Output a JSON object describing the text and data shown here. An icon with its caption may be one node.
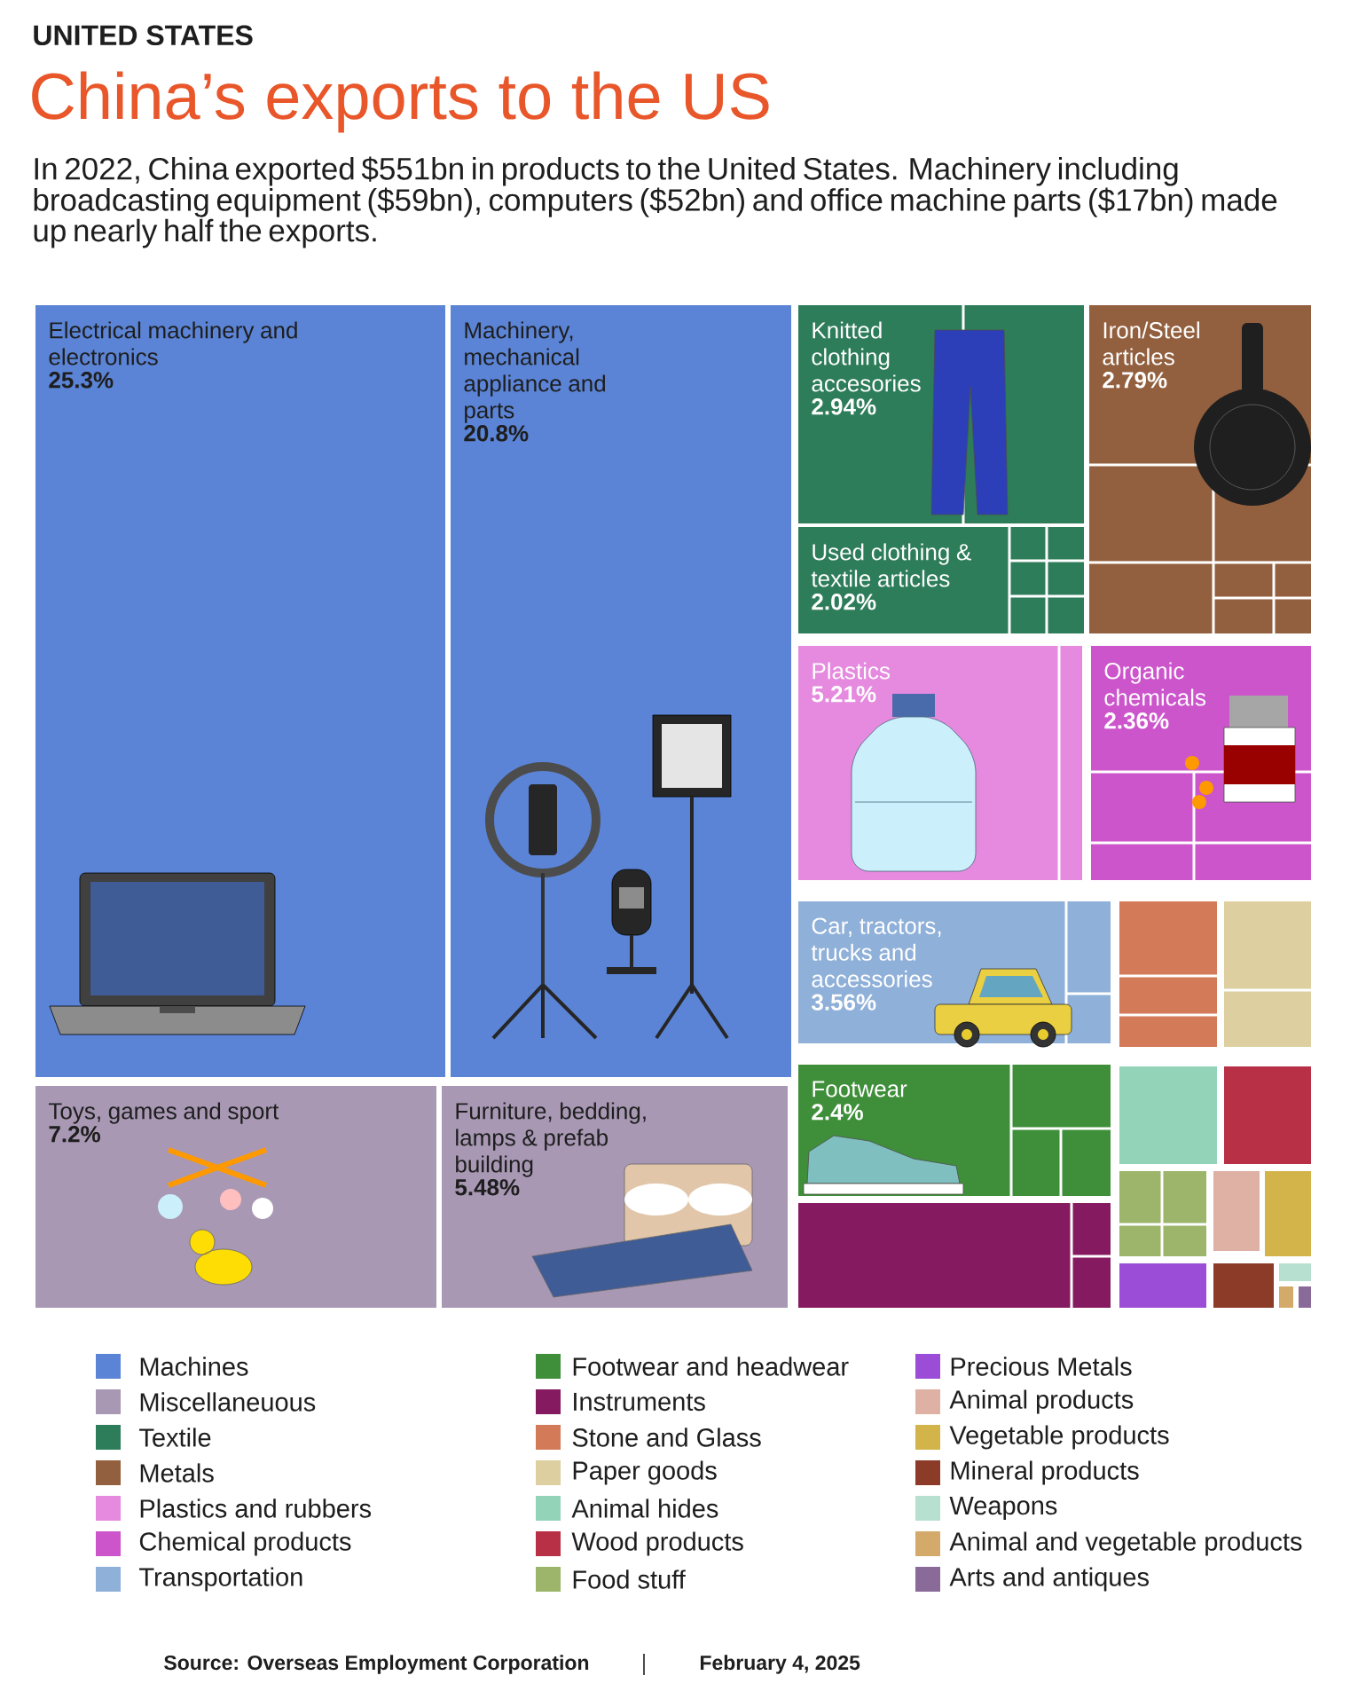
{
  "diagram": {
    "title": "China’s exports to the US",
    "nodes": [
      {
        "text": [
          "Electrical machinery and electronics",
          "25.3%"
        ]
      },
      {
        "text": [
          "Machinery, mechanical appliance and parts",
          "20.8%"
        ]
      },
      {
        "text": [
          "Knitted clothing accesories",
          "2.94%"
        ]
      },
      {
        "text": [
          "Iron/Steel articles",
          "2.79%"
        ]
      },
      {
        "text": [
          "Used clothing & textile articles",
          "2.02%"
        ]
      },
      {
        "text": [
          "Plastics",
          "5.21%"
        ]
      },
      {
        "text": [
          "Organic chemicals",
          "2.36%"
        ]
      },
      {
        "text": [
          "Car, tractors, trucks and accessories",
          "3.56%"
        ]
      },
      {
        "text": [
          "Footwear",
          "2.4%"
        ]
      },
      {
        "text": [
          "Toys, games and sport",
          "7.2%"
        ]
      },
      {
        "text": [
          "Furniture, bedding, lamps & prefab building",
          "5.48%"
        ]
      }
    ],
    "labels": [
      "UNITED STATES",
      "In 2022, China exported $551bn in products to the United States. Machinery including broadcasting equipment ($59bn), computers ($52bn) and office machine parts ($17bn) made up nearly half the exports.",
      "Source:  Overseas Employment Corporation",
      "February 4, 2025"
    ],
    "legend": [
      {
        "text": "Machines",
        "color": "#5b84d6"
      },
      {
        "text": "Miscellaneuous",
        "color": "#a898b4"
      },
      {
        "text": "Textile",
        "color": "#2e7d5a"
      },
      {
        "text": "Metals",
        "color": "#93603f"
      },
      {
        "text": "Plastics and rubbers",
        "color": "#e58ade"
      },
      {
        "text": "Chemical products",
        "color": "#cc55cc"
      },
      {
        "text": "Transportation",
        "color": "#8fb0d8"
      },
      {
        "text": "Footwear and headwear",
        "color": "#3f8f3a"
      },
      {
        "text": "Instruments",
        "color": "#861a60"
      },
      {
        "text": "Stone and Glass",
        "color": "#d37a58"
      },
      {
        "text": "Paper goods",
        "color": "#ddcfa0"
      },
      {
        "text": "Animal hides",
        "color": "#93d3b8"
      },
      {
        "text": "Wood products",
        "color": "#b83045"
      },
      {
        "text": "Food stuff",
        "color": "#9cb56a"
      },
      {
        "text": "Precious Metals",
        "color": "#9b4dd8"
      },
      {
        "text": "Animal products",
        "color": "#dfb1a5"
      },
      {
        "text": "Vegetable products",
        "color": "#d3b44a"
      },
      {
        "text": "Mineral products",
        "color": "#8c3b28"
      },
      {
        "text": "Weapons",
        "color": "#b8e0d0"
      },
      {
        "text": "Animal and vegetable products",
        "color": "#d4aa6a"
      },
      {
        "text": "Arts and antiques",
        "color": "#8a6a98"
      }
    ]
  }
}
